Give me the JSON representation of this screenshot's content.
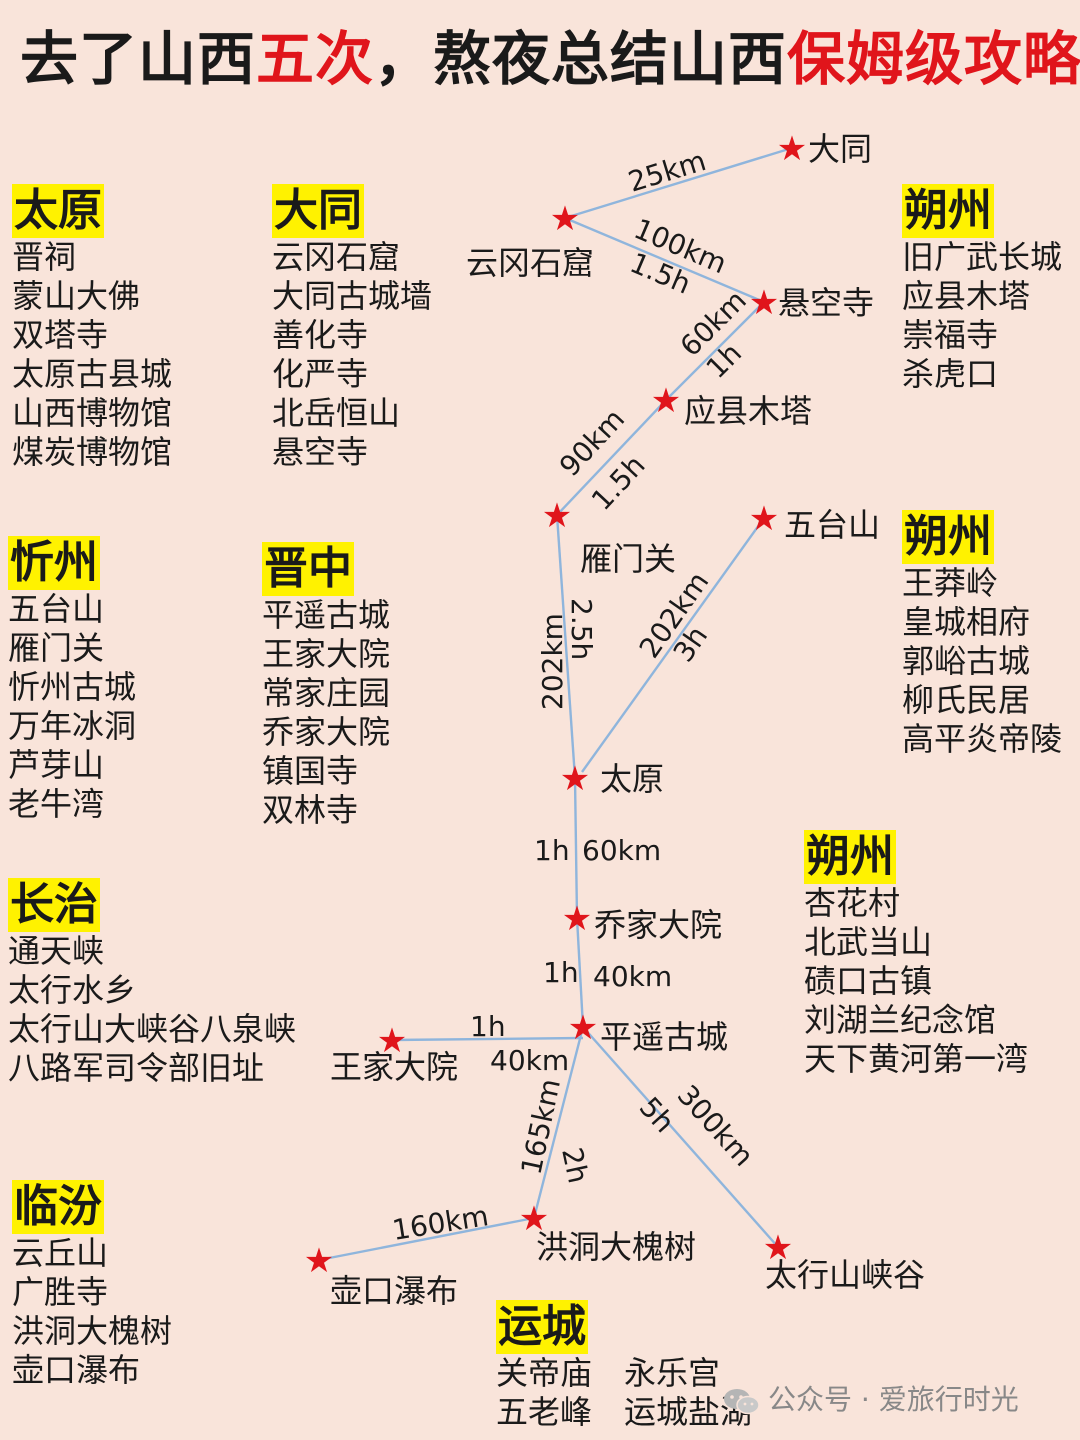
{
  "title": {
    "part1": "去了山西",
    "part2": "五次",
    "part3": "，熬夜总结山西",
    "part4": "保姆级攻略"
  },
  "colors": {
    "accent": "#e0151b",
    "highlight": "#fff200",
    "route": "#8fb5dc",
    "background": "#f9e4da"
  },
  "regions": [
    {
      "name": "太原",
      "items": [
        "晋祠",
        "蒙山大佛",
        "双塔寺",
        "太原古县城",
        "山西博物馆",
        "煤炭博物馆"
      ]
    },
    {
      "name": "大同",
      "items": [
        "云冈石窟",
        "大同古城墙",
        "善化寺",
        "化严寺",
        "北岳恒山",
        "悬空寺"
      ]
    },
    {
      "name": "朔州",
      "items": [
        "旧广武长城",
        "应县木塔",
        "崇福寺",
        "杀虎口"
      ]
    },
    {
      "name": "忻州",
      "items": [
        "五台山",
        "雁门关",
        "忻州古城",
        "万年冰洞",
        "芦芽山",
        "老牛湾"
      ]
    },
    {
      "name": "晋中",
      "items": [
        "平遥古城",
        "王家大院",
        "常家庄园",
        "乔家大院",
        "镇国寺",
        "双林寺"
      ]
    },
    {
      "name": "朔州",
      "items": [
        "王莽岭",
        "皇城相府",
        "郭峪古城",
        "柳氏民居",
        "高平炎帝陵"
      ]
    },
    {
      "name": "朔州",
      "items": [
        "杏花村",
        "北武当山",
        "碛口古镇",
        "刘湖兰纪念馆",
        "天下黄河第一湾"
      ]
    },
    {
      "name": "长治",
      "items": [
        "通天峡",
        "太行水乡",
        "太行山大峡谷八泉峡",
        "八路军司令部旧址"
      ]
    },
    {
      "name": "临汾",
      "items": [
        "云丘山",
        "广胜寺",
        "洪洞大槐树",
        "壶口瀑布"
      ]
    },
    {
      "name": "运城",
      "items": [
        "关帝庙　永乐宫",
        "五老峰　运城盐湖"
      ]
    }
  ],
  "places": [
    "大同",
    "云冈石窟",
    "悬空寺",
    "应县木塔",
    "雁门关",
    "五台山",
    "太原",
    "乔家大院",
    "平遥古城",
    "王家大院",
    "洪洞大槐树",
    "壶口瀑布",
    "太行山峡谷"
  ],
  "edges": [
    {
      "a": "25km"
    },
    {
      "a": "100km",
      "b": "1.5h"
    },
    {
      "a": "60km",
      "b": "1h"
    },
    {
      "a": "90km",
      "b": "1.5h"
    },
    {
      "a": "202km",
      "b": "2.5h"
    },
    {
      "a": "202km",
      "b": "3h"
    },
    {
      "a": "1h",
      "b": "60km"
    },
    {
      "a": "1h",
      "b": "40km"
    },
    {
      "a": "1h",
      "b": "40km"
    },
    {
      "a": "165km",
      "b": "2h"
    },
    {
      "a": "5h",
      "b": "300km"
    },
    {
      "a": "160km"
    }
  ],
  "watermark": {
    "text": "公众号 · 爱旅行时光",
    "icon": "wechat-icon"
  }
}
